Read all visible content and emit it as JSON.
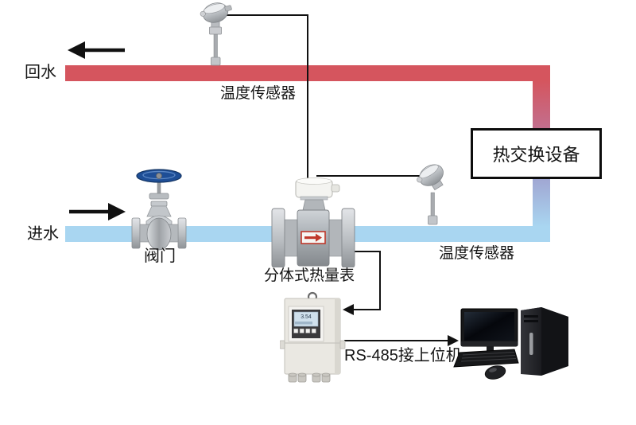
{
  "pipes": {
    "return": {
      "label": "回水",
      "color": "#d5555e",
      "direction": "left"
    },
    "inlet": {
      "label": "进水",
      "color": "#a9d6f1",
      "direction": "right"
    }
  },
  "devices": {
    "temp_sensor_top": {
      "label": "温度传感器"
    },
    "temp_sensor_bottom": {
      "label": "温度传感器"
    },
    "valve": {
      "label": "阀门"
    },
    "flow_meter": {
      "label": "分体式热量表"
    },
    "heat_exchanger": {
      "label": "热交换设备"
    },
    "controller": {
      "lcd_value": "3.54"
    },
    "computer": {
      "description": "desktop-pc"
    }
  },
  "connections": {
    "rs485": {
      "label": "RS-485接上位机"
    }
  },
  "icons": {
    "temp_sensor": "thermocouple-probe-icon",
    "valve": "gate-valve-icon",
    "flow_meter": "electromagnetic-flowmeter-icon",
    "controller": "wall-mount-transmitter-icon",
    "computer": "desktop-pc-icon"
  },
  "colors": {
    "wire": "#111111",
    "return_pipe": "#d5555e",
    "inlet_pipe": "#a9d6f1",
    "valve_handwheel": "#1e4e96",
    "flow_arrow": "#c0392b"
  }
}
